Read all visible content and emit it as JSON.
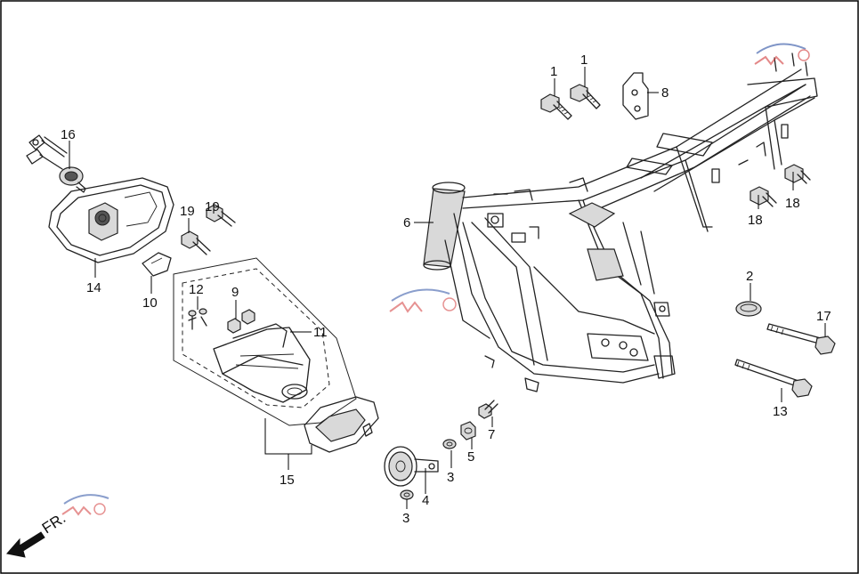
{
  "diagram": {
    "callouts": [
      {
        "id": "c1a",
        "label": "1"
      },
      {
        "id": "c1b",
        "label": "1"
      },
      {
        "id": "c2",
        "label": "2"
      },
      {
        "id": "c3a",
        "label": "3"
      },
      {
        "id": "c3b",
        "label": "3"
      },
      {
        "id": "c4",
        "label": "4"
      },
      {
        "id": "c5",
        "label": "5"
      },
      {
        "id": "c6",
        "label": "6"
      },
      {
        "id": "c7",
        "label": "7"
      },
      {
        "id": "c8",
        "label": "8"
      },
      {
        "id": "c9",
        "label": "9"
      },
      {
        "id": "c10",
        "label": "10"
      },
      {
        "id": "c11",
        "label": "11"
      },
      {
        "id": "c12",
        "label": "12"
      },
      {
        "id": "c13",
        "label": "13"
      },
      {
        "id": "c14",
        "label": "14"
      },
      {
        "id": "c15",
        "label": "15"
      },
      {
        "id": "c16",
        "label": "16"
      },
      {
        "id": "c17",
        "label": "17"
      },
      {
        "id": "c18a",
        "label": "18"
      },
      {
        "id": "c18b",
        "label": "18"
      },
      {
        "id": "c19a",
        "label": "19"
      },
      {
        "id": "c19b",
        "label": "19"
      }
    ],
    "direction_label": "FR.",
    "colors": {
      "line": "#222222",
      "watermark_blue": "#2b4fa3",
      "watermark_red": "#d23a3a"
    }
  }
}
